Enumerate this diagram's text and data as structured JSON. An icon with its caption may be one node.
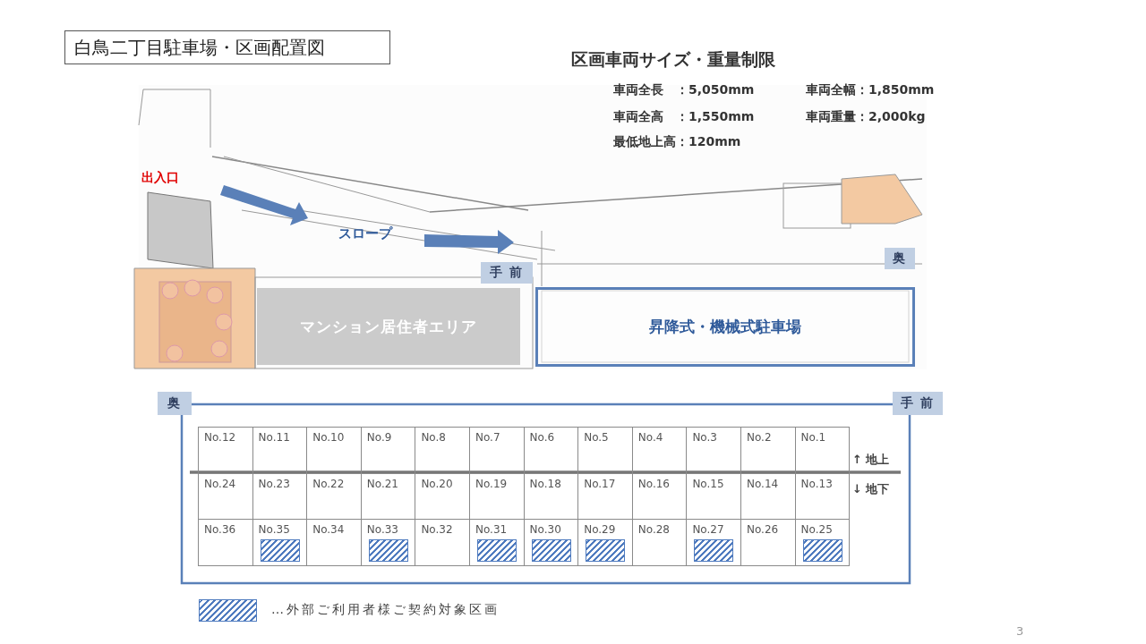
{
  "diagram": {
    "title": "白鳥二丁目駐車場・区画配置図",
    "nodes": [
      {
        "text": [
          "手 前"
        ]
      },
      {
        "text": [
          "奥"
        ]
      },
      {
        "text": [
          "マンション居住者エリア"
        ]
      },
      {
        "text": [
          "昇降式・機械式駐車場"
        ]
      },
      {
        "text": [
          "奥"
        ]
      },
      {
        "text": [
          "手 前"
        ]
      }
    ],
    "labels": [
      "区画車両サイズ・重量制限",
      "車両全長　：5,050mm",
      "車両全幅：1,850mm",
      "車両全高　：1,550mm",
      "車両重量：2,000kg",
      "最低地上高：120mm",
      "出入口",
      "スロープ",
      "No.12",
      "No.11",
      "No.10",
      "No.9",
      "No.8",
      "No.7",
      "No.6",
      "No.5",
      "No.4",
      "No.3",
      "No.2",
      "No.1",
      "No.24",
      "No.23",
      "No.22",
      "No.21",
      "No.20",
      "No.19",
      "No.18",
      "No.17",
      "No.16",
      "No.15",
      "No.14",
      "No.13",
      "No.36",
      "No.35",
      "No.34",
      "No.33",
      "No.32",
      "No.31",
      "No.30",
      "No.29",
      "No.28",
      "No.27",
      "No.26",
      "No.25",
      "↑ 地上",
      "↓ 地下",
      "3"
    ],
    "legend": [
      {
        "text": "…外部ご利用者様ご契約対象区画"
      }
    ]
  }
}
